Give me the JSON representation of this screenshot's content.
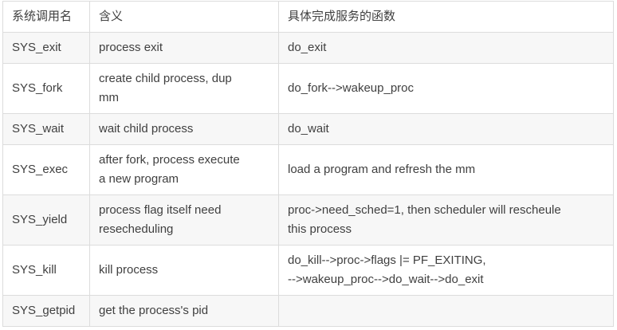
{
  "colors": {
    "border": "#dcdcdc",
    "stripe": "#f7f7f7",
    "text": "#404040",
    "background": "#ffffff"
  },
  "table": {
    "columns": [
      "系统调用名",
      "含义",
      "具体完成服务的函数"
    ],
    "rows": [
      {
        "syscall": "SYS_exit",
        "meaning": "process exit",
        "functions": "do_exit"
      },
      {
        "syscall": "SYS_fork",
        "meaning": "create child process, dup\nmm",
        "functions": "do_fork-->wakeup_proc"
      },
      {
        "syscall": "SYS_wait",
        "meaning": "wait child process",
        "functions": "do_wait"
      },
      {
        "syscall": "SYS_exec",
        "meaning": "after fork, process execute\na new program",
        "functions": "load a program and refresh the mm"
      },
      {
        "syscall": "SYS_yield",
        "meaning": "process flag itself need\nresecheduling",
        "functions": "proc->need_sched=1, then scheduler will rescheule\nthis process"
      },
      {
        "syscall": "SYS_kill",
        "meaning": "kill process",
        "functions": "do_kill-->proc->flags |= PF_EXITING,\n-->wakeup_proc-->do_wait-->do_exit"
      },
      {
        "syscall": "SYS_getpid",
        "meaning": "get the process's pid",
        "functions": ""
      }
    ]
  }
}
